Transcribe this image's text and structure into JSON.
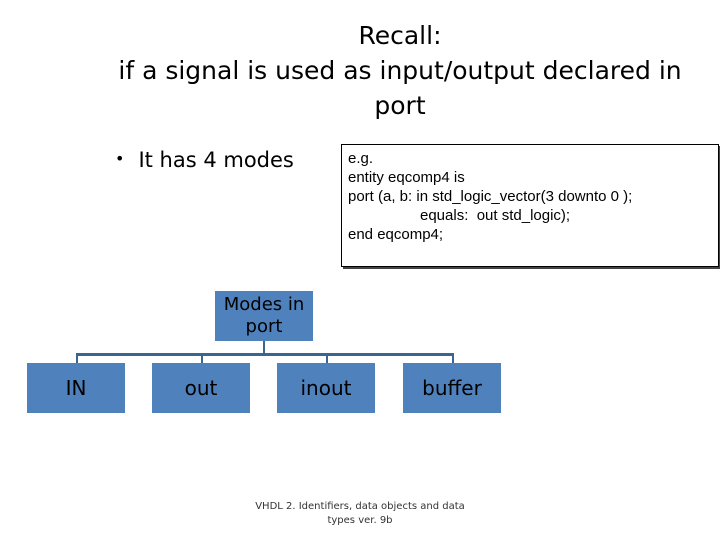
{
  "title": {
    "line1": "Recall:",
    "line2": "if a signal is used as input/output declared in",
    "line3": "port"
  },
  "bullet": {
    "symbol": "•",
    "text": "It has 4 modes"
  },
  "code_example": {
    "line1": "e.g.",
    "line2": "entity eqcomp4 is",
    "line3": "port (a, b: in std_logic_vector(3 downto 0 );",
    "line4": "equals:  out std_logic);",
    "line5": "end eqcomp4;"
  },
  "diagram": {
    "root": {
      "line1": "Modes in",
      "line2": "port"
    },
    "children": [
      "IN",
      "out",
      "inout",
      "buffer"
    ],
    "box_color": "#4f81bd",
    "connector_color": "#3b6591"
  },
  "footer": {
    "line1": "VHDL 2. Identifiers, data objects and data",
    "line2": "types ver. 9b"
  }
}
